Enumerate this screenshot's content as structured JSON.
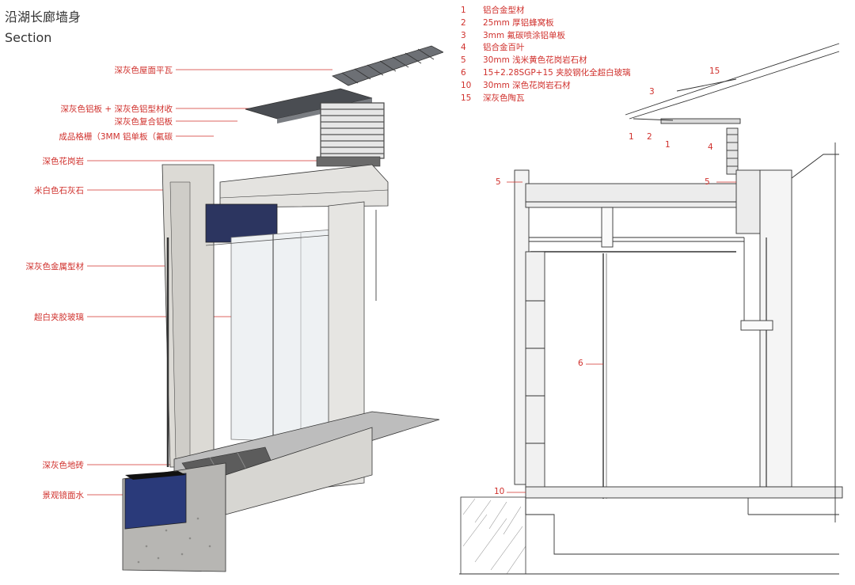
{
  "header": {
    "title_cn": "沿湖长廊墙身",
    "title_en": "Section"
  },
  "axon_callouts": [
    "深灰色屋面平瓦",
    "深灰色铝板 + 深灰色铝型材收",
    "深灰色复合铝板",
    "成品格栅（3MM 铝单板（氟碳",
    "深色花岗岩",
    "米白色石灰石",
    "深灰色金属型材",
    "超白夹胶玻璃",
    "深灰色地砖",
    "景观镜面水"
  ],
  "legend": [
    {
      "num": "1",
      "text": "铝合金型材"
    },
    {
      "num": "2",
      "text": "25mm 厚铝蜂窝板"
    },
    {
      "num": "3",
      "text": "3mm 氟碳喷涂铝单板"
    },
    {
      "num": "4",
      "text": "铝合金百叶"
    },
    {
      "num": "5",
      "text": "30mm 浅米黄色花岗岩石材"
    },
    {
      "num": "6",
      "text": "15+2.28SGP+15 夹胶钢化全超白玻璃"
    },
    {
      "num": "10",
      "text": "30mm 深色花岗岩石材"
    },
    {
      "num": "15",
      "text": "深灰色陶瓦"
    }
  ],
  "section_marks": [
    "15",
    "3",
    "1",
    "2",
    "1",
    "4",
    "5",
    "5",
    "6",
    "10"
  ],
  "colors": {
    "annotation": "#d0312d",
    "line": "#333333",
    "stone": "#d9d6d0",
    "dark_metal": "#4a4d52",
    "water": "#2a3a7a",
    "glass": "#eef1f3"
  }
}
